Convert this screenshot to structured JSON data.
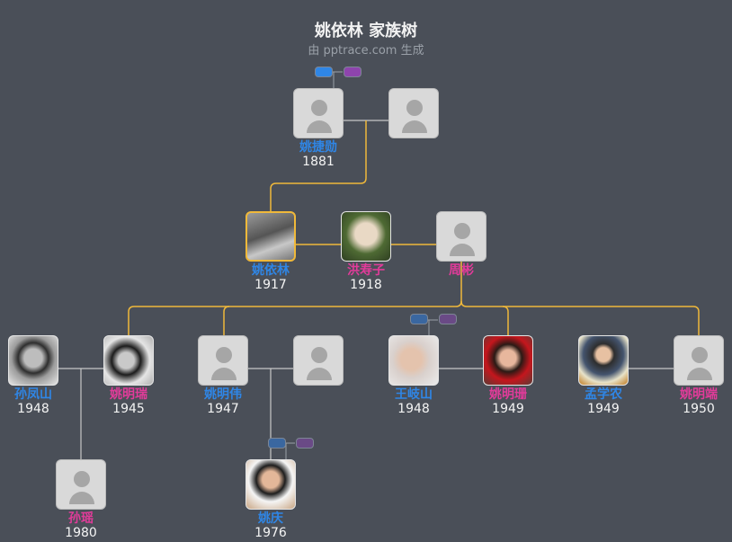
{
  "header": {
    "title": "姚依林 家族树",
    "subtitle": "由 pptrace.com 生成"
  },
  "colors": {
    "background": "#4a4f58",
    "male": "#2f86e6",
    "female": "#e23b9a",
    "lineage_line": "#f0b93a",
    "spouse_line": "#c8c8c8",
    "selected_border": "#f0b93a"
  },
  "people": {
    "yao_jiexun": {
      "name": "姚捷勋",
      "year": "1881",
      "gender": "male",
      "photo": false
    },
    "yao_jiexun_spouse": {
      "name": "",
      "year": "",
      "gender": "unknown",
      "photo": false
    },
    "yao_yilin": {
      "name": "姚依林",
      "year": "1917",
      "gender": "male",
      "photo": true,
      "selected": true
    },
    "hong_shouzi": {
      "name": "洪寿子",
      "year": "1918",
      "gender": "female",
      "photo": true
    },
    "zhou_bin": {
      "name": "周彬",
      "year": "",
      "gender": "female",
      "photo": false
    },
    "sun_fengshan": {
      "name": "孙凤山",
      "year": "1948",
      "gender": "male",
      "photo": true
    },
    "yao_mingrui": {
      "name": "姚明瑞",
      "year": "1945",
      "gender": "female",
      "photo": true
    },
    "yao_mingwei": {
      "name": "姚明伟",
      "year": "1947",
      "gender": "male",
      "photo": false
    },
    "yao_mingwei_spouse": {
      "name": "",
      "year": "",
      "gender": "unknown",
      "photo": false
    },
    "wang_qishan": {
      "name": "王岐山",
      "year": "1948",
      "gender": "male",
      "photo": true
    },
    "yao_mingshan": {
      "name": "姚明珊",
      "year": "1949",
      "gender": "female",
      "photo": true
    },
    "meng_xuenong": {
      "name": "孟学农",
      "year": "1949",
      "gender": "male",
      "photo": true
    },
    "yao_mingduan": {
      "name": "姚明端",
      "year": "1950",
      "gender": "female",
      "photo": false
    },
    "sun_yao": {
      "name": "孙瑶",
      "year": "1980",
      "gender": "female",
      "photo": false
    },
    "yao_qing": {
      "name": "姚庆",
      "year": "1976",
      "gender": "male",
      "photo": true
    }
  },
  "expand_toggles": {
    "top": {
      "male": "father-line",
      "female": "mother-line"
    },
    "wang_qishan": {
      "male": "father-line",
      "female": "mother-line"
    },
    "yao_qing": {
      "male": "father-line",
      "female": "mother-line"
    }
  }
}
